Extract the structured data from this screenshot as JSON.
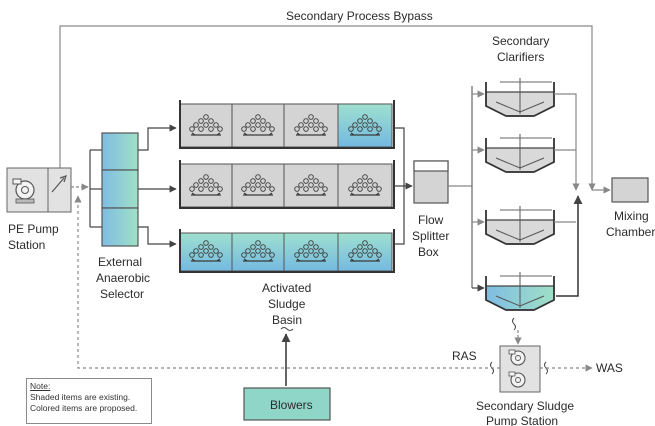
{
  "labels": {
    "bypass": "Secondary Process Bypass",
    "clarifiers": [
      "Secondary",
      "Clarifiers"
    ],
    "pe_pump": [
      "PE Pump",
      "Station"
    ],
    "selector": [
      "External",
      "Anaerobic",
      "Selector"
    ],
    "basin": [
      "Activated",
      "Sludge",
      "Basin"
    ],
    "splitter": [
      "Flow",
      "Splitter",
      "Box"
    ],
    "mixing": [
      "Mixing",
      "Chamber"
    ],
    "blowers": "Blowers",
    "ras": "RAS",
    "was": "WAS",
    "sludge_pump": [
      "Secondary Sludge",
      "Pump Station"
    ]
  },
  "note": {
    "title": "Note:",
    "line1": "Shaded items are existing.",
    "line2": "Colored items are proposed."
  },
  "colors": {
    "existing": "#d4d4d4",
    "proposed_teal": "#8fd6c9",
    "proposed_blue": "#7fbde3",
    "line": "#555555",
    "blowers_fill": "#8fd6c9"
  },
  "icons": {
    "pump": "pump-icon",
    "diffuser": "diffuser-icon",
    "clarifier": "clarifier-icon"
  }
}
